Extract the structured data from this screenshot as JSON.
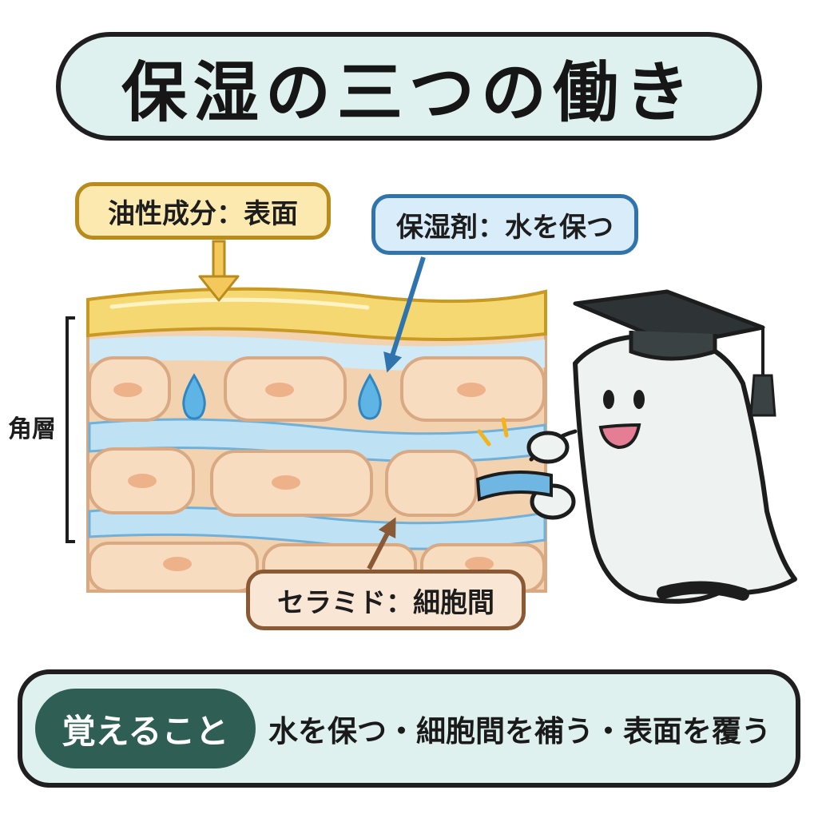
{
  "title": "保湿の三つの働き",
  "labels": {
    "oil": "油性成分：表面",
    "humectant": "保湿剤：水を保つ",
    "ceramide": "セラミド：細胞間",
    "stratum": "角層"
  },
  "bottom": {
    "badge": "覚えること",
    "text": "水を保つ・細胞間を補う・表面を覆う"
  },
  "colors": {
    "oil_layer": "#f6d873",
    "water": "#9fd1ee",
    "cell": "#f8dcc0",
    "accent_teal": "#2f5f54"
  }
}
